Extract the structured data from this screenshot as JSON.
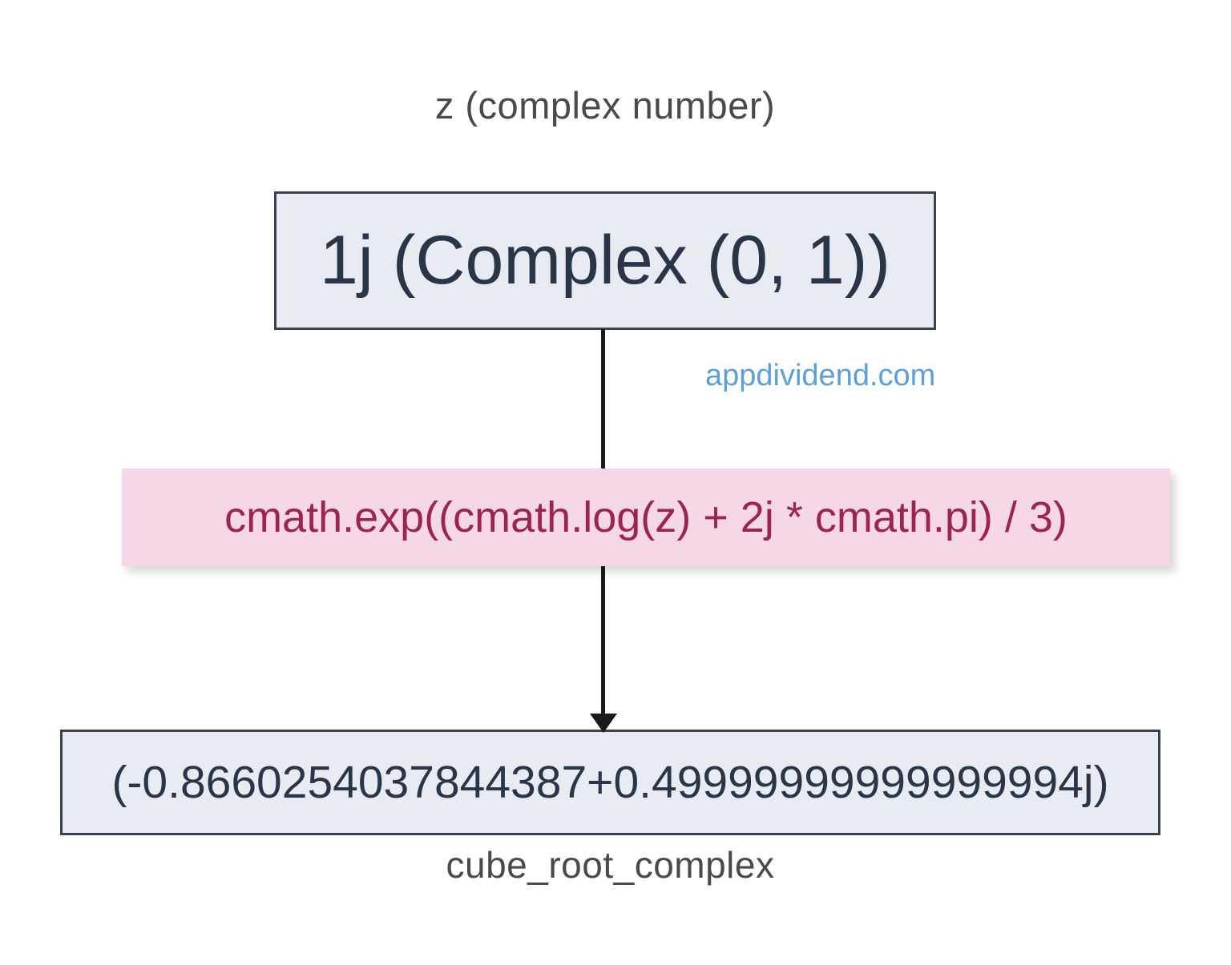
{
  "diagram": {
    "input_label": "z (complex number)",
    "input_value": "1j (Complex (0, 1))",
    "watermark": "appdividend.com",
    "formula": "cmath.exp((cmath.log(z) + 2j * cmath.pi) / 3)",
    "output_value": "(-0.8660254037844387+0.49999999999999994j)",
    "output_label": "cube_root_complex",
    "arrow": "down-arrow"
  },
  "colors": {
    "node_bg": "#e8ebf1",
    "node_border": "#3a4250",
    "node_text": "#2a3647",
    "label_text": "#4a4a4a",
    "watermark_blue": "#5f9fd8",
    "formula_bg": "#f6d7e7",
    "formula_text": "#9b2453",
    "arrow_color": "#1b1b1b"
  }
}
